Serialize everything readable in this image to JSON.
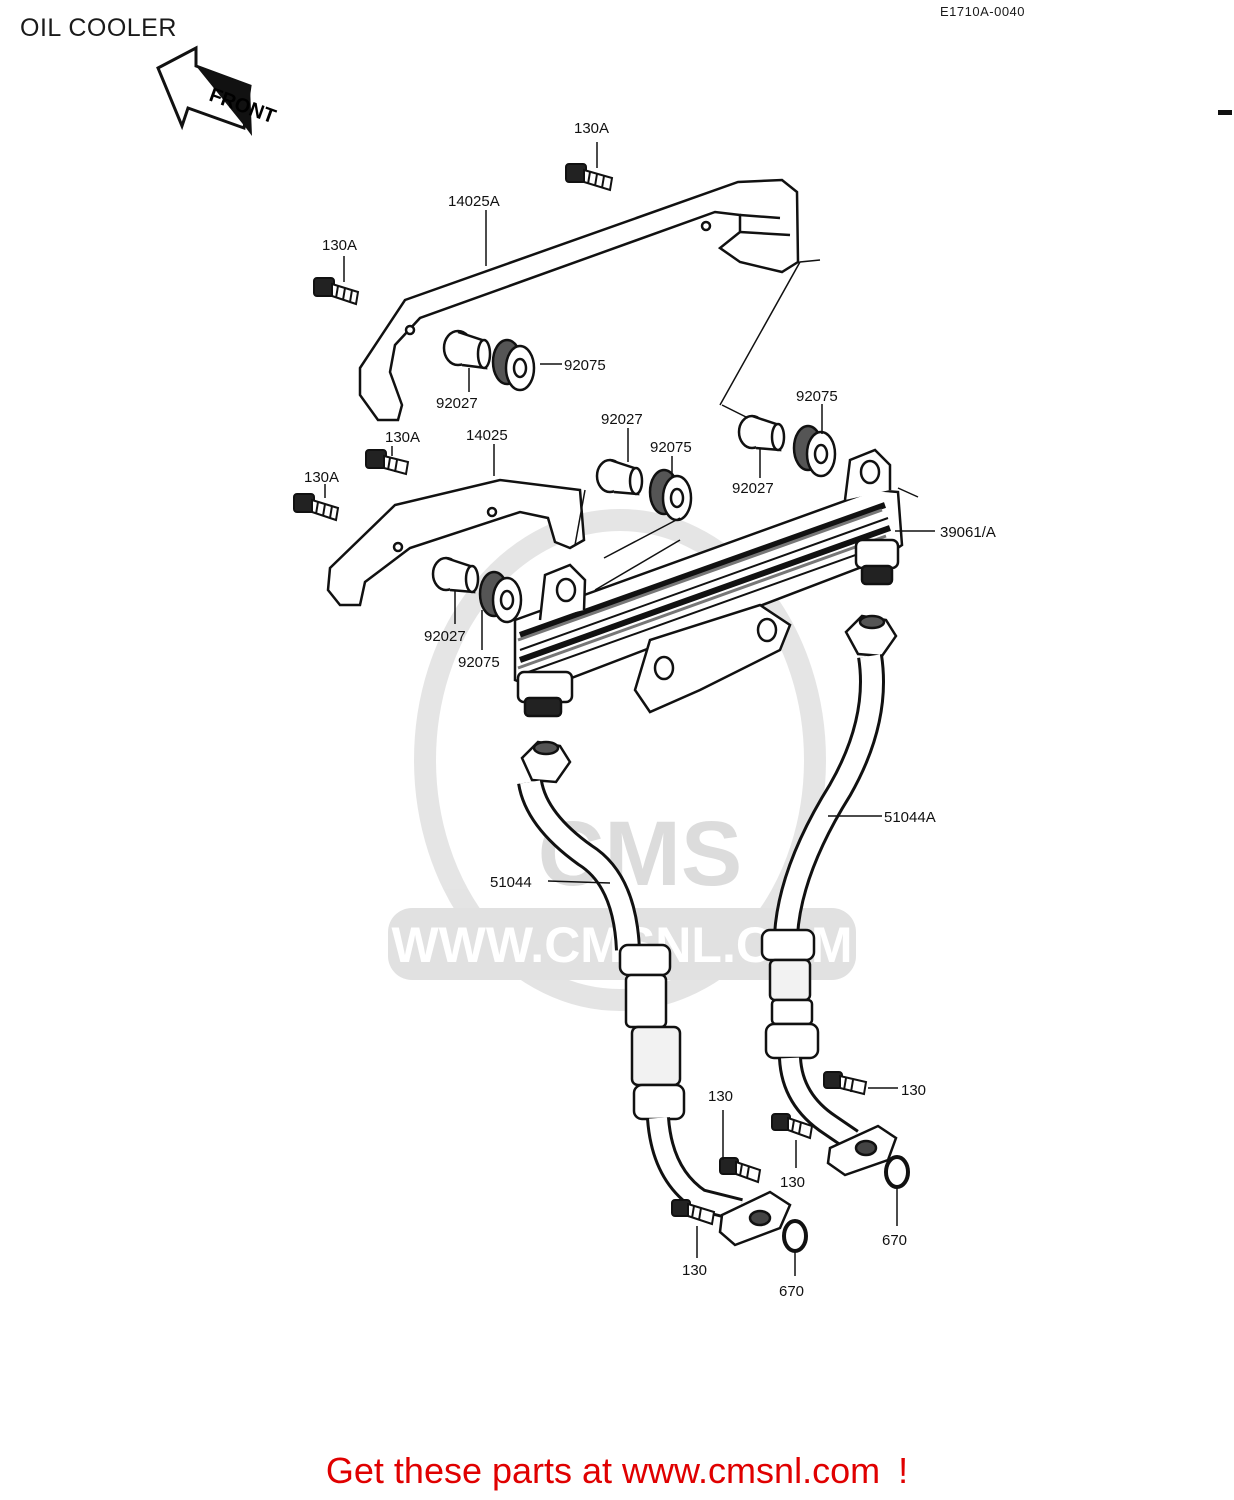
{
  "title": "OIL COOLER",
  "diagram_code": "E1710A-0040",
  "front_arrow_text": "FRONT",
  "watermark": {
    "logo": "CMS",
    "url": "WWW.CMSNL.COM"
  },
  "part_labels": {
    "bolt_130a_top": "130A",
    "bracket_14025a": "14025A",
    "bolt_130a_left_upper": "130A",
    "collar_92027_upper_left": "92027",
    "grommet_92075_upper_left": "92075",
    "grommet_92075_upper_right": "92075",
    "collar_92027_upper_right": "92027",
    "collar_92027_mid": "92027",
    "grommet_92075_mid": "92075",
    "bolt_130a_left_mid": "130A",
    "bracket_14025": "14025",
    "bolt_130a_left_lower": "130A",
    "cooler_39061a": "39061/A",
    "collar_92027_lower": "92027",
    "grommet_92075_lower": "92075",
    "pipe_51044a": "51044A",
    "pipe_51044": "51044",
    "bolt_130_right": "130",
    "bolt_130_center_upper": "130",
    "bolt_130_center_right": "130",
    "bolt_130_lower_left": "130",
    "oring_670_right": "670",
    "oring_670_center": "670"
  },
  "footer": {
    "text": "Get these parts at www.cmsnl.com",
    "exclamation": "!"
  }
}
